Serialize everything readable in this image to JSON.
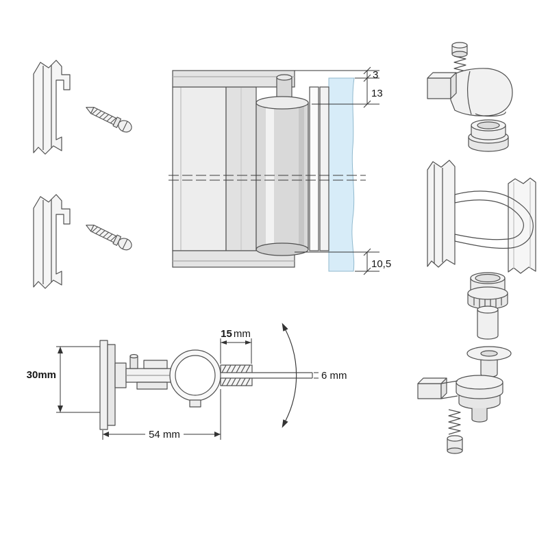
{
  "section_view": {
    "dim_top": "3",
    "dim_middle": "13",
    "dim_bottom": "10,5"
  },
  "bracket_view": {
    "height_label": "30mm",
    "clamp_value": "15",
    "clamp_unit": "mm",
    "depth_label": "54 mm",
    "glass_label": "6 mm"
  },
  "colors": {
    "outline": "#4f4f4f",
    "dimension_line": "#333333",
    "glass_fill": "#d7ecf8",
    "metal_light": "#f0f0f0",
    "metal_shade": "#d9d9d9"
  }
}
